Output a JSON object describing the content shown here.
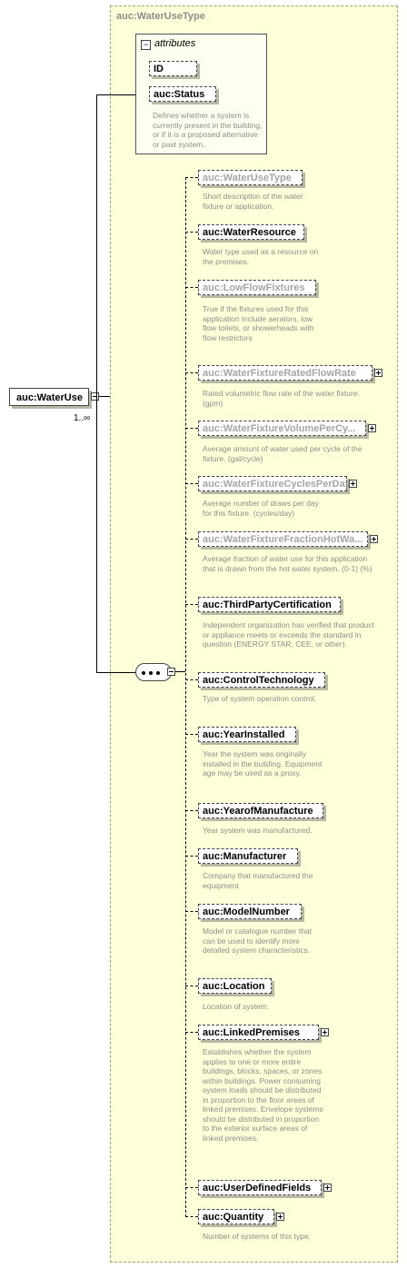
{
  "type_name": "auc:WaterUseType",
  "root": {
    "prefix": "auc:",
    "name": "WaterUse",
    "occurrence": "1..∞"
  },
  "attributes": {
    "header": "attributes",
    "items": [
      {
        "prefix": "",
        "name": "ID",
        "description": ""
      },
      {
        "prefix": "auc:",
        "name": "Status",
        "description": "Defines whether a system is currently present in the building, or if it is a proposed alternative or past system."
      }
    ]
  },
  "elements": [
    {
      "prefix": "auc:",
      "name": "WaterUseType",
      "grey": true,
      "expandable": false,
      "description": "Short description of the water fixture or application."
    },
    {
      "prefix": "auc:",
      "name": "WaterResource",
      "grey": false,
      "expandable": false,
      "description": "Water type used as a resource on the premises."
    },
    {
      "prefix": "auc:",
      "name": "LowFlowFixtures",
      "grey": true,
      "expandable": false,
      "description": "True if the fixtures used for this application include aerators, low flow toilets, or showerheads with flow restrictors"
    },
    {
      "prefix": "auc:",
      "name": "WaterFixtureRatedFlowRate",
      "grey": true,
      "expandable": true,
      "description": "Rated volumetric flow rate of the water fixture. (gpm)"
    },
    {
      "prefix": "auc:",
      "name": "WaterFixtureVolumePerCy...",
      "grey": true,
      "expandable": true,
      "description": "Average amount of water used per cycle of the fixture. (gal/cycle)"
    },
    {
      "prefix": "auc:",
      "name": "WaterFixtureCyclesPerDay",
      "grey": true,
      "expandable": true,
      "description": "Average number of draws per day for this fixture. (cycles/day)"
    },
    {
      "prefix": "auc:",
      "name": "WaterFixtureFractionHotWa...",
      "grey": true,
      "expandable": true,
      "description": "Average fraction of water use for this application that is drawn from the hot water system. (0-1) (%)"
    },
    {
      "prefix": "auc:",
      "name": "ThirdPartyCertification",
      "grey": false,
      "expandable": false,
      "description": "Independent organization has verified that product or appliance meets or exceeds the standard in question (ENERGY STAR, CEE, or other)."
    },
    {
      "prefix": "auc:",
      "name": "ControlTechnology",
      "grey": false,
      "expandable": false,
      "description": "Type of system operation control."
    },
    {
      "prefix": "auc:",
      "name": "YearInstalled",
      "grey": false,
      "expandable": false,
      "description": "Year the system was originally installed in the building. Equipment age may be used as a proxy."
    },
    {
      "prefix": "auc:",
      "name": "YearofManufacture",
      "grey": false,
      "expandable": false,
      "description": "Year system was manufactured."
    },
    {
      "prefix": "auc:",
      "name": "Manufacturer",
      "grey": false,
      "expandable": false,
      "description": "Company that manufactured the equipment"
    },
    {
      "prefix": "auc:",
      "name": "ModelNumber",
      "grey": false,
      "expandable": false,
      "description": "Model or catalogue number that can be used to identify more detailed system characteristics."
    },
    {
      "prefix": "auc:",
      "name": "Location",
      "grey": false,
      "expandable": false,
      "description": "Location of system."
    },
    {
      "prefix": "auc:",
      "name": "LinkedPremises",
      "grey": false,
      "expandable": true,
      "description": "Establishes whether the system applies to one or more entire buildings, blocks, spaces, or zones within buildings. Power consuming system loads should be distributed in proportion to the floor areas of linked premises. Envelope systems should be distributed in proportion to the exterior surface areas of linked premises."
    },
    {
      "prefix": "auc:",
      "name": "UserDefinedFields",
      "grey": false,
      "expandable": true,
      "description": ""
    },
    {
      "prefix": "auc:",
      "name": "Quantity",
      "grey": false,
      "expandable": true,
      "description": "Number of systems of this type."
    }
  ]
}
